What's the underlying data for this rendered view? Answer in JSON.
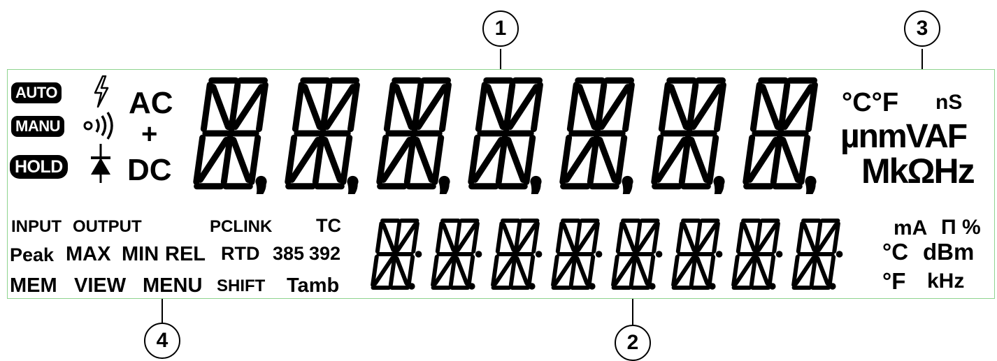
{
  "callouts": {
    "c1": "1",
    "c2": "2",
    "c3": "3",
    "c4": "4"
  },
  "mode_badges": {
    "auto": "AUTO",
    "manu": "MANU",
    "hold": "HOLD"
  },
  "coupling": {
    "ac": "AC",
    "plus": "+",
    "dc": "DC"
  },
  "primary_units": {
    "temp": "°C°F",
    "ns": "nS",
    "row2": "µnmVAF",
    "row3": "MkΩHz"
  },
  "secondary_units": {
    "ma": "mA",
    "pulse": "Π",
    "percent": "%",
    "degc": "°C",
    "dbm": "dBm",
    "degf": "°F",
    "khz": "kHz"
  },
  "annunciators": {
    "input": "INPUT",
    "output": "OUTPUT",
    "pclink": "PCLINK",
    "tc": "TC",
    "peak": "Peak",
    "max": "MAX",
    "min": "MIN",
    "rel": "REL",
    "rtd": "RTD",
    "r385": "385",
    "r392": "392",
    "mem": "MEM",
    "view": "VIEW",
    "menu": "MENU",
    "shift": "SHIFT",
    "tamb": "Tamb"
  },
  "icons": {
    "hv": "lightning-icon",
    "beep": "continuity-beeper-icon",
    "diode": "diode-icon"
  },
  "displays": {
    "primary_digits": 7,
    "secondary_digits": 8
  }
}
